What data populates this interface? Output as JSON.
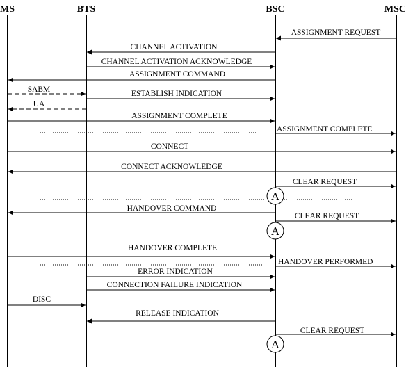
{
  "entities": [
    "MS",
    "BTS",
    "BSC",
    "MSC"
  ],
  "messages": [
    {
      "label": "ASSIGNMENT REQUEST",
      "from": "MSC",
      "to": "BSC"
    },
    {
      "label": "CHANNEL ACTIVATION",
      "from": "BSC",
      "to": "BTS"
    },
    {
      "label": "CHANNEL ACTIVATION ACKNOWLEDGE",
      "from": "BTS",
      "to": "BSC"
    },
    {
      "label": "ASSIGNMENT COMMAND",
      "from": "BSC",
      "to": "MS"
    },
    {
      "label": "SABM",
      "from": "MS",
      "to": "BTS",
      "style": "dashed"
    },
    {
      "label": "ESTABLISH INDICATION",
      "from": "BTS",
      "to": "BSC"
    },
    {
      "label": "UA",
      "from": "BTS",
      "to": "MS",
      "style": "dashed"
    },
    {
      "label": "ASSIGNMENT COMPLETE",
      "from": "MS",
      "to": "BSC"
    },
    {
      "label": "ASSIGNMENT COMPLETE",
      "from": "BSC",
      "to": "MSC"
    },
    {
      "label": "CONNECT",
      "from": "MS",
      "to": "MSC"
    },
    {
      "label": "CONNECT ACKNOWLEDGE",
      "from": "MSC",
      "to": "MS"
    },
    {
      "label": "CLEAR REQUEST",
      "from": "BSC",
      "to": "MSC"
    },
    {
      "label": "HANDOVER COMMAND",
      "from": "BSC",
      "to": "MS"
    },
    {
      "label": "CLEAR REQUEST",
      "from": "BSC",
      "to": "MSC"
    },
    {
      "label": "HANDOVER COMPLETE",
      "from": "MS",
      "to": "BSC"
    },
    {
      "label": "HANDOVER PERFORMED",
      "from": "BSC",
      "to": "MSC"
    },
    {
      "label": "ERROR INDICATION",
      "from": "BTS",
      "to": "BSC"
    },
    {
      "label": "CONNECTION FAILURE INDICATION",
      "from": "BTS",
      "to": "BSC"
    },
    {
      "label": "DISC",
      "from": "MS",
      "to": "BTS"
    },
    {
      "label": "RELEASE INDICATION",
      "from": "BSC",
      "to": "BTS"
    },
    {
      "label": "CLEAR REQUEST",
      "from": "BSC",
      "to": "MSC"
    }
  ],
  "connector_label": "A"
}
